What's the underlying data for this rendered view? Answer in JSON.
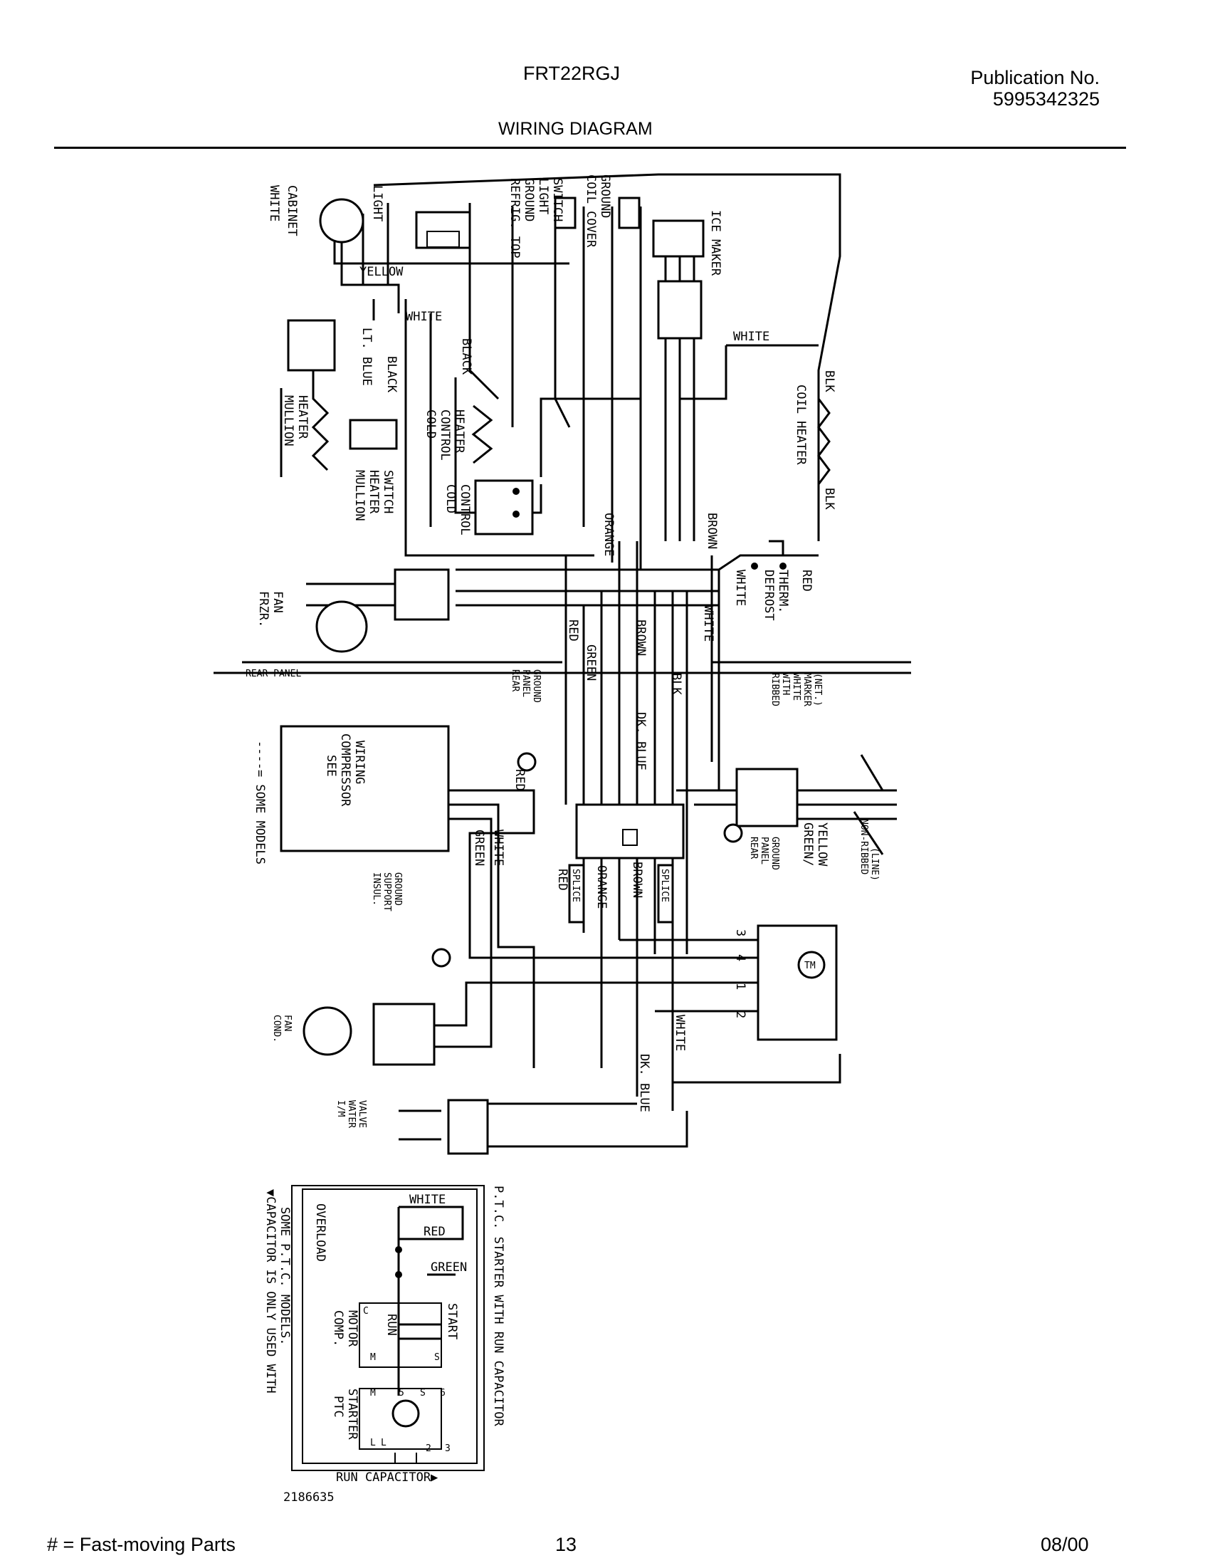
{
  "header": {
    "model": "FRT22RGJ",
    "publication_label": "Publication No.",
    "publication_number": "5995342325",
    "title": "WIRING DIAGRAM"
  },
  "labels": {
    "cabinet_light": [
      "CABINET",
      "LIGHT"
    ],
    "white_top": "WHITE",
    "light_switch": [
      "REFRIG. TOP",
      "GROUND",
      "LIGHT",
      "SWITCH"
    ],
    "coil_cover_ground": [
      "COIL COVER",
      "GROUND"
    ],
    "ice_maker": "ICE MAKER",
    "yellow": "YELLOW",
    "white_mid": "WHITE",
    "white_right": "WHITE",
    "lt_blue": "LT. BLUE",
    "black_a": "BLACK",
    "black_b": "BLACK",
    "mullion_heater": [
      "MULLION",
      "HEATER"
    ],
    "mullion_heater_switch": [
      "MULLION",
      "HEATER",
      "SWITCH"
    ],
    "cold_control_heater": [
      "COLD",
      "CONTROL",
      "HEATER"
    ],
    "cold_control": [
      "COLD",
      "CONTROL"
    ],
    "blk_top": "BLK",
    "coil_heater": "COIL HEATER",
    "blk_mid": "BLK",
    "orange": "ORANGE",
    "brown_a": "BROWN",
    "white_therm": "WHITE",
    "defrost_therm": [
      "DEFROST",
      "THERM."
    ],
    "red_therm": "RED",
    "frzr_fan": [
      "FRZR.",
      "FAN"
    ],
    "red_a": "RED",
    "green_a": "GREEN",
    "brown_b": "BROWN",
    "white_c": "WHITE",
    "blk_b": "BLK",
    "rear_panel": "REAR PANEL",
    "rear_panel_ground_a": [
      "REAR",
      "PANEL",
      "GROUND"
    ],
    "ribbed": [
      "RIBBED",
      "WITH",
      "WHITE",
      "MARKER",
      "(NET.)"
    ],
    "some_models": "----= SOME MODELS",
    "see_compressor": [
      "SEE",
      "COMPRESSOR",
      "WIRING"
    ],
    "dk_blue_a": "DK. BLUE",
    "red_b": "RED",
    "white_d": "WHITE",
    "green_b": "GREEN",
    "green_yellow": [
      "GREEN/",
      "YELLOW"
    ],
    "rear_panel_ground_b": [
      "REAR",
      "PANEL",
      "GROUND"
    ],
    "non_ribbed": [
      "NON-RIBBED",
      "(LINE)"
    ],
    "splice_a": "SPLICE",
    "red_c": "RED",
    "orange_b": "ORANGE",
    "brown_c": "BROWN",
    "splice_b": "SPLICE",
    "insul_support_ground": [
      "INSUL.",
      "SUPPORT",
      "GROUND"
    ],
    "terminals": [
      "3",
      "4",
      "1",
      "2"
    ],
    "timer": "TM",
    "cond_fan": [
      "COND.",
      "FAN"
    ],
    "white_e": "WHITE",
    "dk_blue_b": "DK. BLUE",
    "im_water_valve": [
      "I/M",
      "WATER",
      "VALVE"
    ]
  },
  "inset": {
    "footnote": [
      "▼CAPACITOR IS ONLY USED WITH",
      "SOME P.T.C. MODELS."
    ],
    "title": "P.T.C. STARTER WITH RUN CAPACITOR",
    "white": "WHITE",
    "red": "RED",
    "green": "GREEN",
    "overload": "OVERLOAD",
    "start": "START",
    "run": "RUN",
    "comp_motor": [
      "COMP.",
      "MOTOR"
    ],
    "ptc_starter": [
      "PTC",
      "STARTER"
    ],
    "terms": [
      "C",
      "S",
      "M",
      "5",
      "S",
      "6",
      "M",
      "L",
      "2",
      "3",
      "L"
    ],
    "run_capacitor": "RUN CAPACITOR▶",
    "part_number": "2186635"
  },
  "footer": {
    "fast_moving": "# = Fast-moving Parts",
    "page": "13",
    "date": "08/00"
  }
}
